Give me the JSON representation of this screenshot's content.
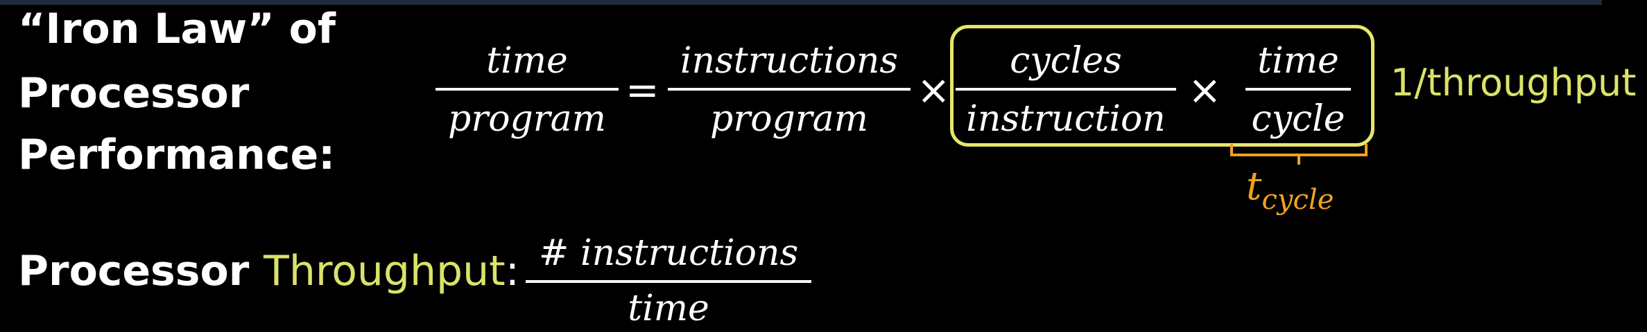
{
  "heading": {
    "line1": "“Iron Law” of",
    "line2": "Processor",
    "line3": "Performance:"
  },
  "throughput_heading": {
    "word1": "Processor",
    "word2": "Throughput",
    "colon": ":"
  },
  "iron_law": {
    "lhs": {
      "num": "time",
      "den": "program"
    },
    "equals": "=",
    "term1": {
      "num": "instructions",
      "den": "program"
    },
    "times1": "×",
    "term2": {
      "num": "cycles",
      "den": "instruction"
    },
    "times2": "×",
    "term3": {
      "num": "time",
      "den": "cycle"
    }
  },
  "annotations": {
    "box_label": "1/throughput",
    "brace_label_main": "t",
    "brace_label_sub": "cycle"
  },
  "throughput_formula": {
    "num": "# instructions",
    "den": "time"
  },
  "colors": {
    "background": "#000000",
    "text": "#ffffff",
    "highlight_yellow": "#e6e66a",
    "throughput_yellow": "#dbe26a",
    "cycle_orange": "#f0a31f"
  }
}
